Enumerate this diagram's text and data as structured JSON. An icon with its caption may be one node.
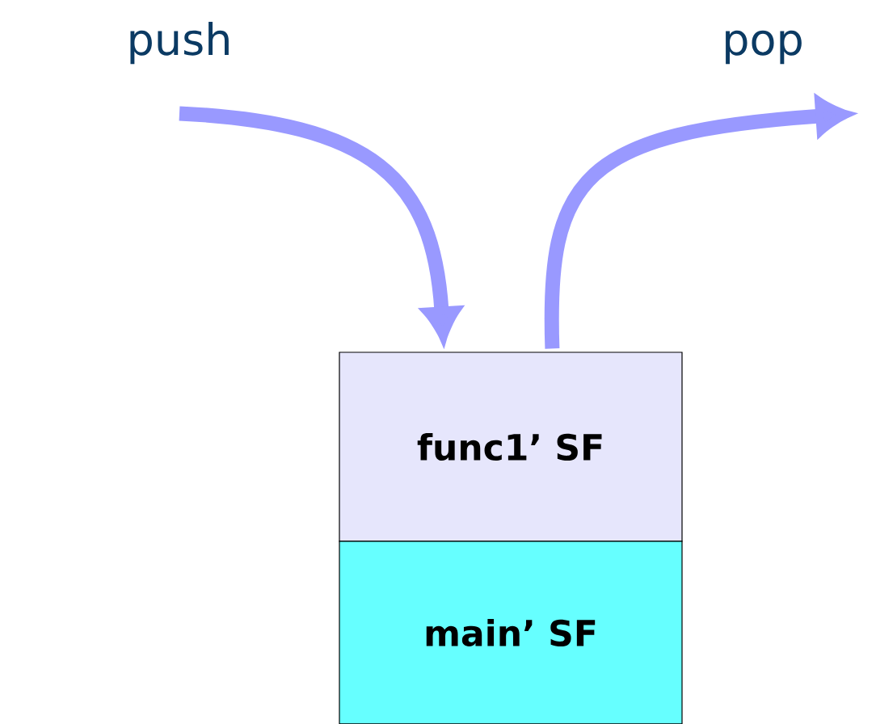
{
  "diagram": {
    "nodes": [
      {
        "text": [
          "push"
        ]
      },
      {
        "text": [
          "pop"
        ]
      },
      {
        "text": [
          "func1’ SF"
        ]
      },
      {
        "text": [
          "main’ SF"
        ]
      }
    ],
    "edges": [
      {
        "from": 0,
        "to": 2,
        "arrow": "to"
      },
      {
        "from": 2,
        "to": 1,
        "arrow": "to"
      }
    ]
  }
}
